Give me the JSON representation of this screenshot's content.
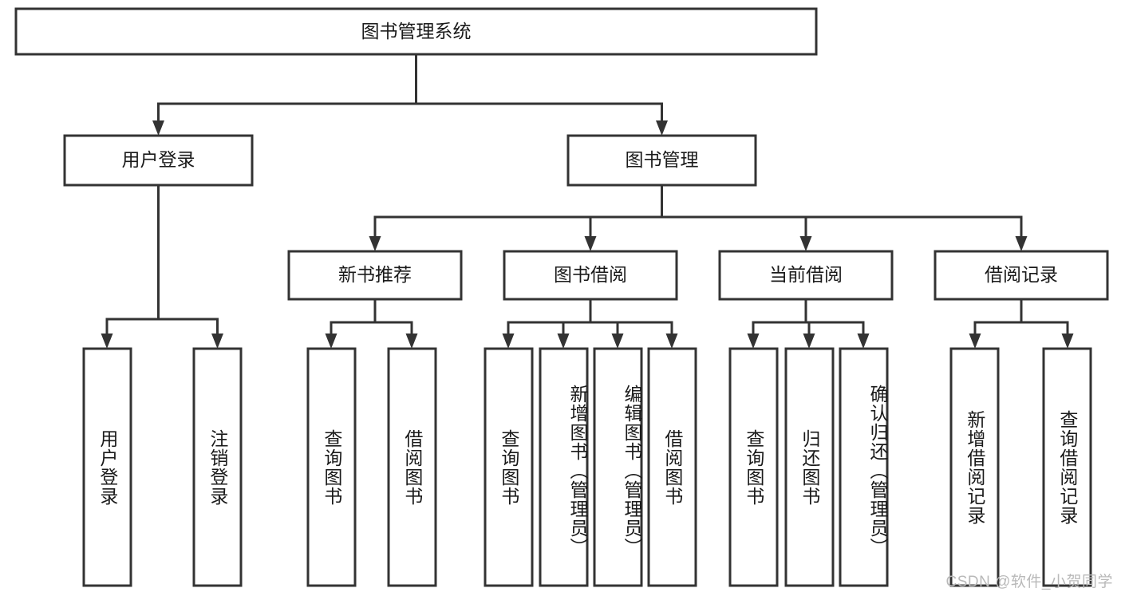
{
  "diagram": {
    "type": "tree",
    "title": "图书管理系统",
    "watermark": "CSDN @软件_小贺同学",
    "colors": {
      "stroke": "#333333",
      "fill": "#ffffff",
      "text": "#1a1a1a",
      "watermark": "#b9b9b9"
    },
    "levels": {
      "root": {
        "label": "图书管理系统"
      },
      "level2": [
        {
          "label": "用户登录"
        },
        {
          "label": "图书管理"
        }
      ],
      "level3": [
        {
          "label": "新书推荐"
        },
        {
          "label": "图书借阅"
        },
        {
          "label": "当前借阅"
        },
        {
          "label": "借阅记录"
        }
      ],
      "leaves": [
        {
          "label": "用户登录",
          "parent": "用户登录"
        },
        {
          "label": "注销登录",
          "parent": "用户登录"
        },
        {
          "label": "查询图书",
          "parent": "新书推荐"
        },
        {
          "label": "借阅图书",
          "parent": "新书推荐"
        },
        {
          "label": "查询图书",
          "parent": "图书借阅"
        },
        {
          "label": "新增图书（管理员）",
          "parent": "图书借阅"
        },
        {
          "label": "编辑图书（管理员）",
          "parent": "图书借阅"
        },
        {
          "label": "借阅图书",
          "parent": "图书借阅"
        },
        {
          "label": "查询图书",
          "parent": "当前借阅"
        },
        {
          "label": "归还图书",
          "parent": "当前借阅"
        },
        {
          "label": "确认归还（管理员）",
          "parent": "当前借阅"
        },
        {
          "label": "新增借阅记录",
          "parent": "借阅记录"
        },
        {
          "label": "查询借阅记录",
          "parent": "借阅记录"
        }
      ]
    }
  }
}
